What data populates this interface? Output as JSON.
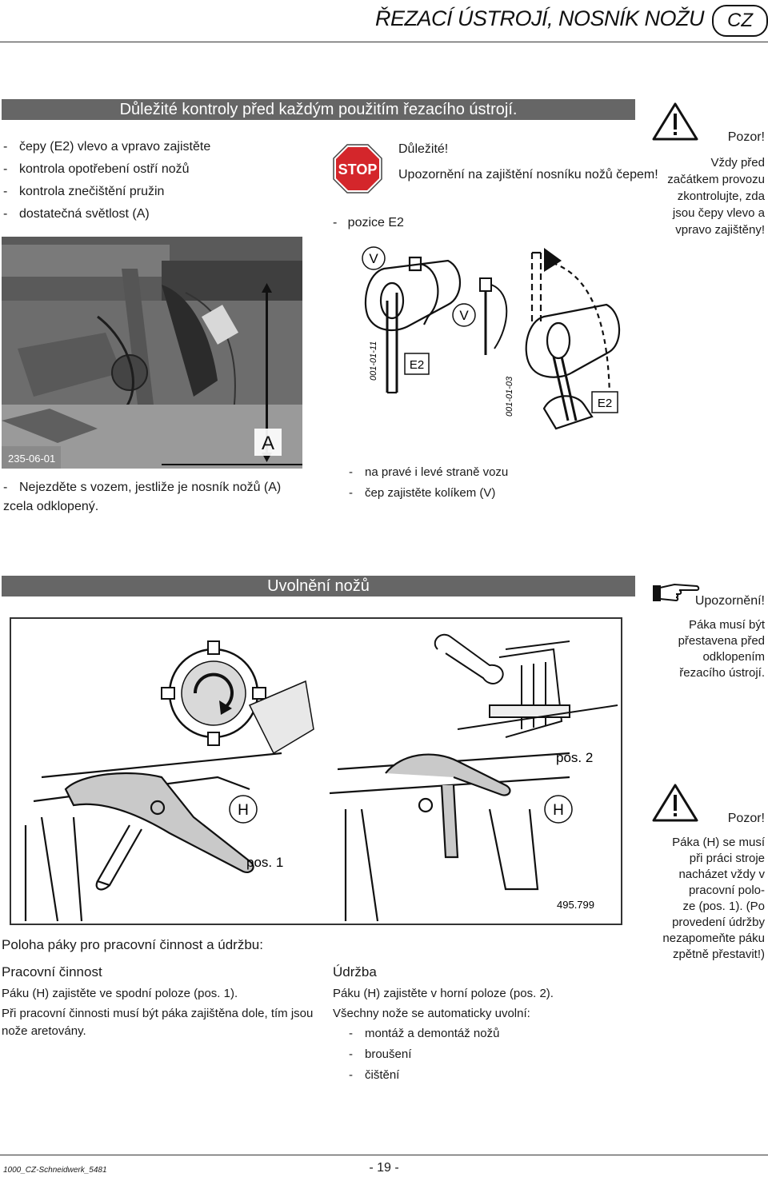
{
  "header": {
    "title": "ŘEZACÍ ÚSTROJÍ, NOSNÍK NOŽU",
    "lang_badge": "CZ"
  },
  "section1": {
    "bar_title": "Důležité kontroly před každým použitím řezacího ústrojí.",
    "checklist": [
      "čepy (E2) vlevo a vpravo zajistěte",
      "kontrola opotřebení ostří nožů",
      "kontrola znečištění pružin",
      "dostatečná světlost (A)"
    ],
    "stop_sign": "STOP",
    "important_label": "Důležité!",
    "important_text": "Upozornění na zajištění nosníku nožů čepem!",
    "position_item": "pozice E2",
    "warning": {
      "icon": "warning-triangle-icon",
      "label": "Pozor!",
      "lines": [
        "Vždy před",
        "začátkem provozu",
        "zkontrolujte, zda",
        "jsou čepy vlevo a",
        "vpravo zajištěny!"
      ]
    },
    "photo": {
      "code": "235-06-01",
      "label_A": "A"
    },
    "photo_caption": "Nejezděte s vozem, jestliže je nosník nožů (A) zcela odklopený.",
    "diagram": {
      "label_V1": "V",
      "label_V2": "V",
      "label_E2a": "E2",
      "label_E2b": "E2",
      "code_left": "001-01-11",
      "code_right": "001-01-03"
    },
    "diagram_items": [
      "na pravé i levé straně vozu",
      "čep zajistěte kolíkem (V)"
    ]
  },
  "section2": {
    "bar_title": "Uvolnění nožů",
    "notice": {
      "icon": "pointing-hand-icon",
      "label": "Upozornění!",
      "lines": [
        "Páka musí být",
        "přestavena před",
        "odklopením",
        "řezacího ústrojí."
      ]
    },
    "figure": {
      "label_H1": "H",
      "label_H2": "H",
      "pos1": "pos. 1",
      "pos2": "pos. 2",
      "code": "495.799"
    },
    "warning": {
      "icon": "warning-triangle-icon",
      "label": "Pozor!",
      "lines": [
        "Páka (H) se musí",
        "při práci stroje",
        "nacházet vždy v",
        "pracovní polo-",
        "ze (pos. 1). (Po",
        "provedení údržby",
        "nezapomeňte páku",
        "zpětně přestavit!)"
      ]
    },
    "lever_heading": "Poloha páky pro pracovní činnost a údržbu:",
    "work": {
      "heading": "Pracovní činnost",
      "line1": "Páku (H) zajistěte ve spodní poloze (pos. 1).",
      "line2": "Při pracovní činnosti musí být páka zajištěna dole, tím jsou nože aretovány."
    },
    "maintenance": {
      "heading": "Údržba",
      "line1": "Páku (H) zajistěte v horní poloze (pos. 2).",
      "line2": "Všechny nože se automaticky uvolní:",
      "items": [
        "montáž a demontáž nožů",
        "broušení",
        "čištění"
      ]
    }
  },
  "footer": {
    "doc_code": "1000_CZ-Schneidwerk_5481",
    "page_number": "- 19 -"
  }
}
